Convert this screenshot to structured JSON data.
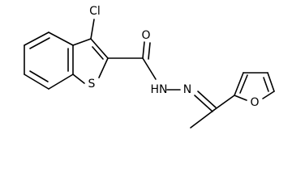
{
  "molecule": {
    "atoms": {
      "chlorine": "Cl",
      "carbonyl_oxygen": "O",
      "ring_sulfur": "S",
      "hydrazide_nh": "HN",
      "imine_nitrogen": "N",
      "furan_oxygen": "O"
    }
  }
}
